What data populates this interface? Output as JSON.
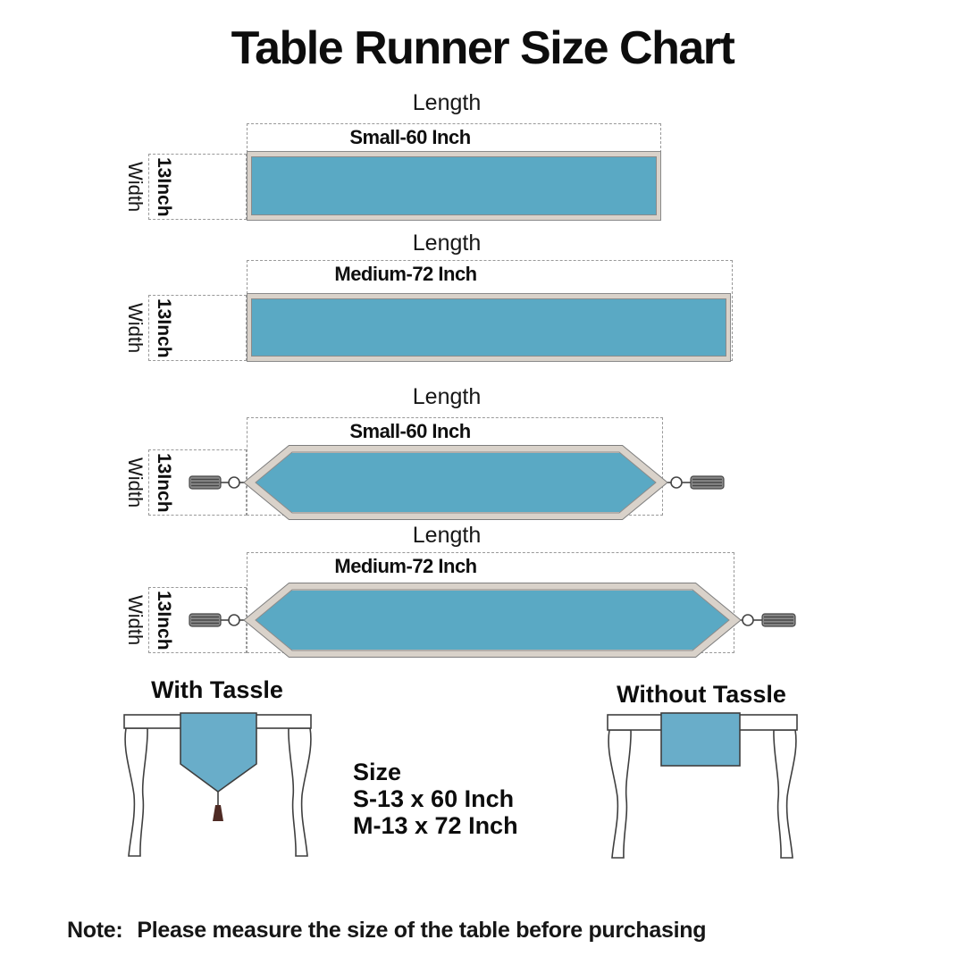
{
  "title": "Table Runner Size Chart",
  "colors": {
    "runner_blue": "#5aa9c4",
    "runner_blue_light": "#69adc9",
    "border_band": "#d9d2ca",
    "outline_gray": "#7d7d7d",
    "dashed_gray": "#999999",
    "tassel_gray": "#8a8a8a",
    "hanging_tassel_dark": "#4e2a24"
  },
  "diagrams": [
    {
      "length_label": "Length",
      "size_label": "Small-60 Inch",
      "width_word": "Width",
      "width_value": "13Inch",
      "shape": "straight-ends"
    },
    {
      "length_label": "Length",
      "size_label": "Medium-72 Inch",
      "width_word": "Width",
      "width_value": "13Inch",
      "shape": "straight-ends"
    },
    {
      "length_label": "Length",
      "size_label": "Small-60 Inch",
      "width_word": "Width",
      "width_value": "13Inch",
      "shape": "pointed-ends-with-tassels"
    },
    {
      "length_label": "Length",
      "size_label": "Medium-72 Inch",
      "width_word": "Width",
      "width_value": "13Inch",
      "shape": "pointed-ends-with-tassels"
    }
  ],
  "bottom": {
    "with_tassle_label": "With Tassle",
    "without_tassle_label": "Without Tassle",
    "size_heading": "Size",
    "size_options": [
      "S-13 x 60 Inch",
      "M-13 x 72 Inch"
    ]
  },
  "note": {
    "prefix": "Note:",
    "text": "Please measure the size of the table before purchasing"
  }
}
